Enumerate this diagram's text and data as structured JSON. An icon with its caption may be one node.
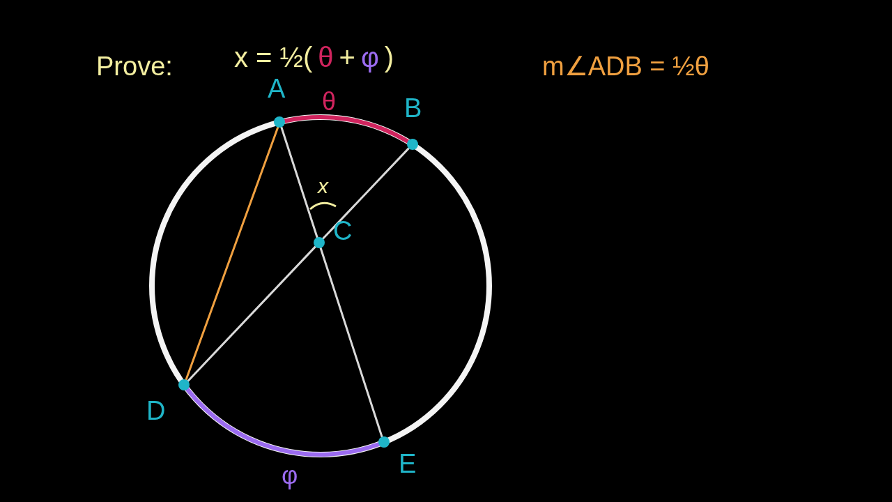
{
  "diagram": {
    "nodes": [
      {
        "text": [],
        "shape": "circle",
        "beside": [
          "A"
        ]
      },
      {
        "text": [],
        "shape": "circle",
        "beside": [
          "B"
        ]
      },
      {
        "text": [],
        "shape": "circle",
        "beside": [
          "C"
        ]
      },
      {
        "text": [],
        "shape": "circle",
        "beside": [
          "D"
        ]
      },
      {
        "text": [],
        "shape": "circle",
        "beside": [
          "E"
        ]
      }
    ],
    "edges": [
      {
        "from": 0,
        "to": 2,
        "arrow": "none"
      },
      {
        "from": 2,
        "to": 4,
        "arrow": "none"
      },
      {
        "from": 1,
        "to": 2,
        "arrow": "none"
      },
      {
        "from": 2,
        "to": 3,
        "arrow": "none"
      },
      {
        "from": 0,
        "to": 3,
        "arrow": "none",
        "color": "#f0a040"
      },
      {
        "from": 0,
        "to": 1,
        "arrow": "none",
        "label": "θ",
        "color": "#d0245e",
        "style": "thick"
      },
      {
        "from": 3,
        "to": 4,
        "arrow": "none",
        "label": "φ",
        "color": "#9b6bf0",
        "style": "thick"
      }
    ],
    "labels": [
      "Prove:",
      "x = ½(",
      "θ",
      "+",
      "φ",
      ")",
      "m∠ADB = ½θ",
      "x"
    ]
  }
}
